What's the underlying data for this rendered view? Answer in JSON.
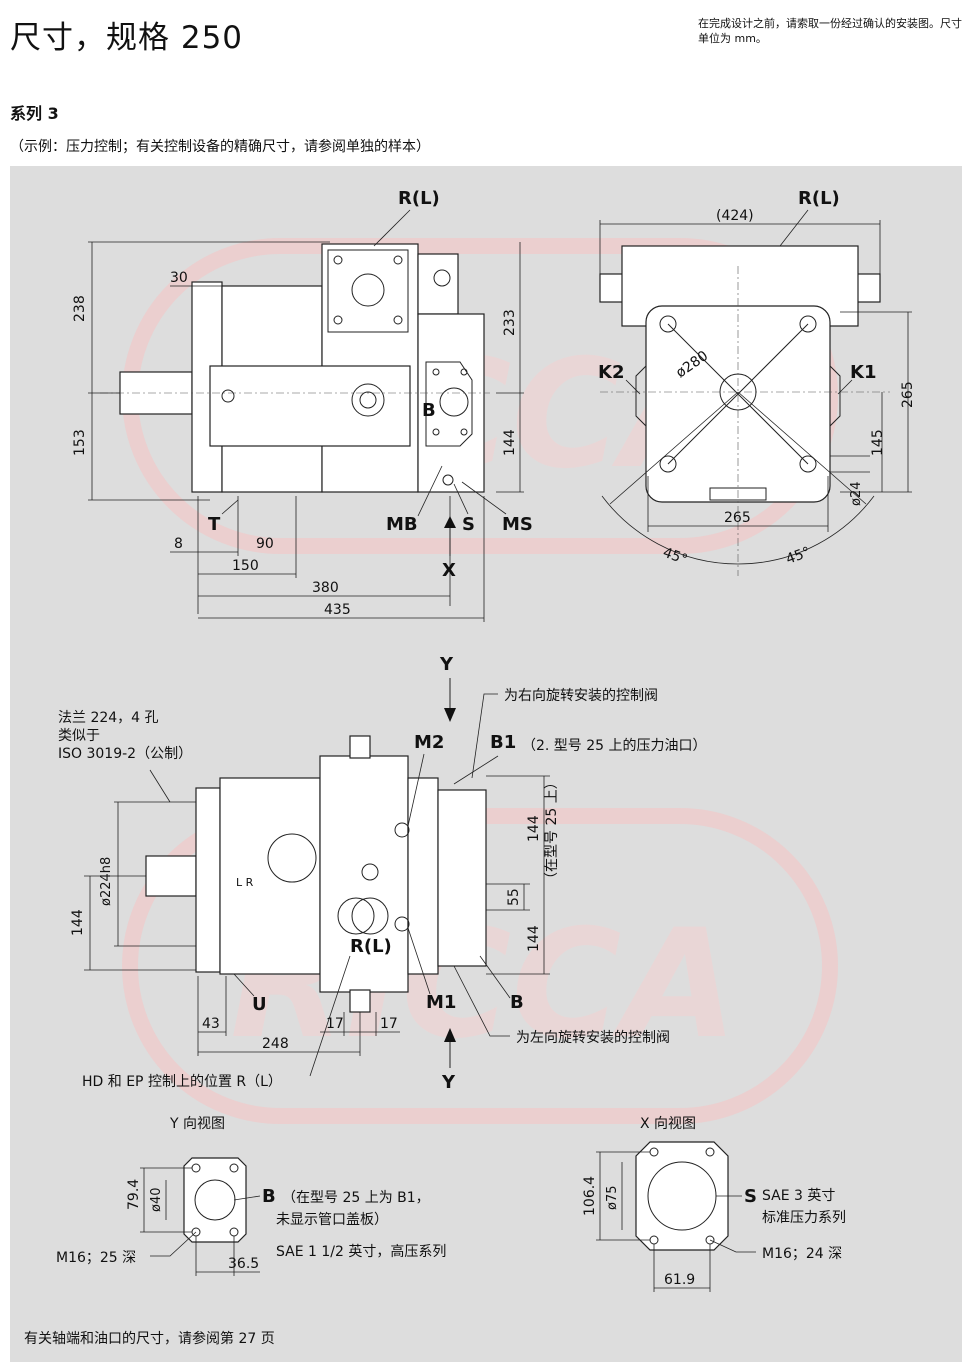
{
  "header": {
    "title": "尺寸，规格 250",
    "note": "在完成设计之前，请索取一份经过确认的安装图。尺寸单位为 mm。"
  },
  "series": "系列 3",
  "example": "（示例：压力控制；有关控制设备的精确尺寸，请参阅单独的样本）",
  "footer": "有关轴端和油口的尺寸，请参阅第 27 页",
  "side_view": {
    "port_rl": "R(L)",
    "dims": {
      "d238": "238",
      "d153": "153",
      "d30": "30",
      "d233": "233",
      "d144": "144",
      "d8": "8",
      "d90": "90",
      "d150": "150",
      "d380": "380",
      "d435": "435"
    },
    "labels": {
      "b": "B",
      "t": "T",
      "mb": "MB",
      "s": "S",
      "ms": "MS",
      "x": "X"
    }
  },
  "front_view": {
    "port_rl": "R(L)",
    "dims": {
      "d424": "(424)",
      "d280": "ø280",
      "d265w": "265",
      "d265h": "265",
      "d145": "145",
      "d24": "ø24",
      "a1": "45°",
      "a2": "45°"
    },
    "labels": {
      "k2": "K2",
      "k1": "K1"
    }
  },
  "top_view": {
    "flange_note": [
      "法兰 224，4 孔",
      "类似于",
      "ISO 3019-2（公制）"
    ],
    "y_top": "Y",
    "y_bottom": "Y",
    "right_valve": "为右向旋转安装的控制阀",
    "left_valve": "为左向旋转安装的控制阀",
    "m2": "M2",
    "m1": "M1",
    "b1": "B1",
    "b1_note": "（2. 型号 25 上的压力油口）",
    "b": "B",
    "rl": "R(L)",
    "u": "U",
    "dims": {
      "d224": "ø224h8",
      "d144l": "144",
      "d43": "43",
      "d248": "248",
      "d17a": "17",
      "d17b": "17",
      "d144a": "144",
      "d55": "55",
      "d144b": "144",
      "type25": "（在型号 25 上）"
    },
    "hd_note": "HD 和 EP 控制上的位置 R（L）",
    "lr": "L  R"
  },
  "y_view": {
    "title": "Y 向视图",
    "b": "B",
    "b_note1": "（在型号 25 上为 B1，",
    "b_note2": "未显示管口盖板）",
    "sae": "SAE 1 1/2 英寸，高压系列",
    "m16": "M16；25 深",
    "d794": "79.4",
    "d40": "ø40",
    "d365": "36.5"
  },
  "x_view": {
    "title": "X 向视图",
    "s": "S",
    "sae1": "SAE 3 英寸",
    "sae2": "标准压力系列",
    "m16": "M16；24 深",
    "d1064": "106.4",
    "d75": "ø75",
    "d619": "61.9"
  }
}
